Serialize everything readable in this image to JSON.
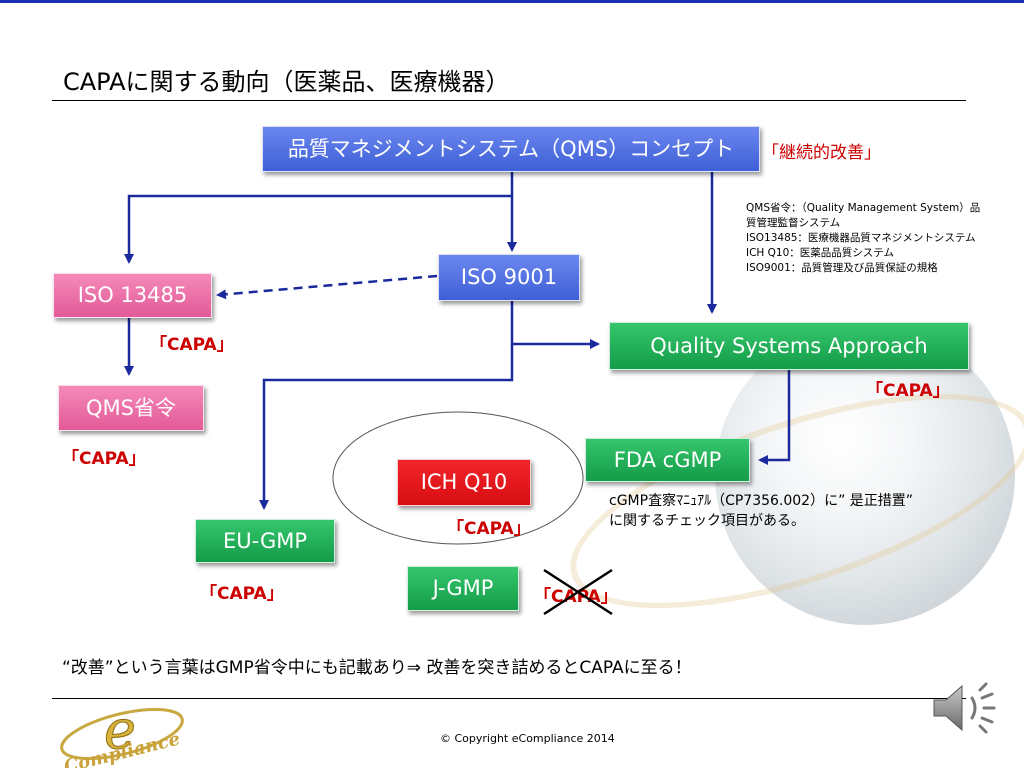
{
  "title": "CAPAに関する動向（医薬品、医療機器）",
  "boxes": {
    "qms_concept": "品質マネジメントシステム（QMS）コンセプト",
    "iso9001": "ISO 9001",
    "iso13485": "ISO 13485",
    "qsa": "Quality Systems Approach",
    "qms_ordinance": "QMS省令",
    "fda_cgmp": "FDA cGMP",
    "ich_q10": "ICH Q10",
    "eu_gmp": "EU-GMP",
    "j_gmp": "J-GMP"
  },
  "labels": {
    "continuous_improvement": "「継続的改善」",
    "capa": "「CAPA」"
  },
  "notes": {
    "glossary": [
      "QMS省令：（Quality Management System）品",
      "質管理監督システム",
      "ISO13485：医療機器品質マネジメントシステム",
      "ICH Q10：医薬品品質システム",
      "ISO9001：品質管理及び品質保証の規格"
    ],
    "cgmp_line1": "cGMP査察ﾏﾆｭｱﾙ（CP7356.002）に” 是正措置”",
    "cgmp_line2": "に関するチェック項目がある。"
  },
  "bottom_message": "“改善”という言葉はGMP省令中にも記載あり⇒ 改善を突き詰めるとCAPAに至る！",
  "logo_text": "Compliance",
  "logo_letter": "e",
  "copyright": "© Copyright eCompliance 2014",
  "colors": {
    "blue_box": "#4f6fe0",
    "pink_box": "#ec6fa8",
    "green_box": "#1fad58",
    "red_box": "#e8161b",
    "capa_text": "#cc0000",
    "arrow": "#1a2a9c",
    "top_bar": "#1b2fb3"
  },
  "icons": {
    "speaker": "speaker-icon"
  }
}
